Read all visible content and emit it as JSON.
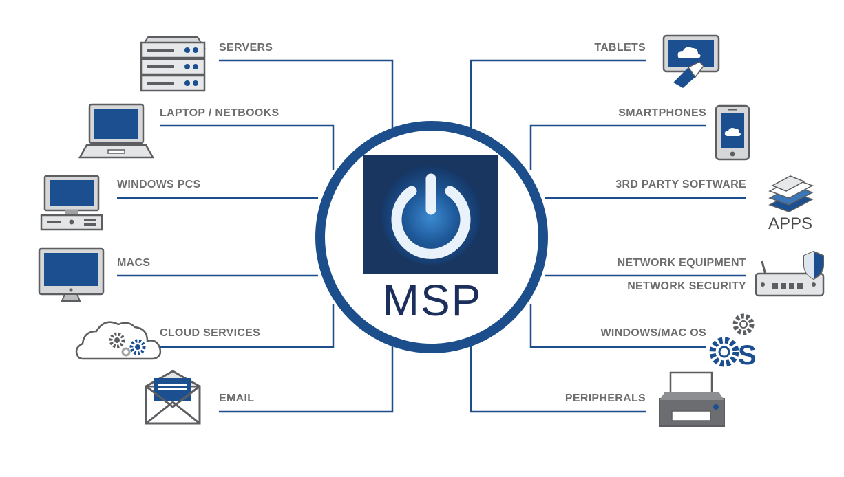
{
  "center": {
    "title": "MSP"
  },
  "colors": {
    "line": "#1c4e8c",
    "ring": "#1c4e8c",
    "icon_gray": "#6b6d70",
    "screen_blue": "#1b4f8f",
    "label_gray": "#6d6d6d"
  },
  "left_items": [
    {
      "id": "servers",
      "label": "SERVERS",
      "icon": "server-rack-icon"
    },
    {
      "id": "laptops",
      "label": "LAPTOP / NETBOOKS",
      "icon": "laptop-icon"
    },
    {
      "id": "windows-pcs",
      "label": "WINDOWS PCS",
      "icon": "desktop-pc-icon"
    },
    {
      "id": "macs",
      "label": "MACS",
      "icon": "imac-icon"
    },
    {
      "id": "cloud",
      "label": "CLOUD SERVICES",
      "icon": "cloud-gears-icon"
    },
    {
      "id": "email",
      "label": "EMAIL",
      "icon": "envelope-icon"
    }
  ],
  "right_items": [
    {
      "id": "tablets",
      "label": "TABLETS",
      "icon": "tablet-touch-icon"
    },
    {
      "id": "smartphones",
      "label": "SMARTPHONES",
      "icon": "smartphone-icon"
    },
    {
      "id": "software",
      "label": "3RD PARTY SOFTWARE",
      "icon": "apps-stack-icon",
      "icon_caption": "APPS"
    },
    {
      "id": "network-eq",
      "label": "NETWORK EQUIPMENT",
      "icon": "router-shield-icon"
    },
    {
      "id": "network-sec",
      "label": "NETWORK SECURITY"
    },
    {
      "id": "os",
      "label": "WINDOWS/MAC OS",
      "icon": "os-gears-icon"
    },
    {
      "id": "peripherals",
      "label": "PERIPHERALS",
      "icon": "printer-icon"
    }
  ]
}
